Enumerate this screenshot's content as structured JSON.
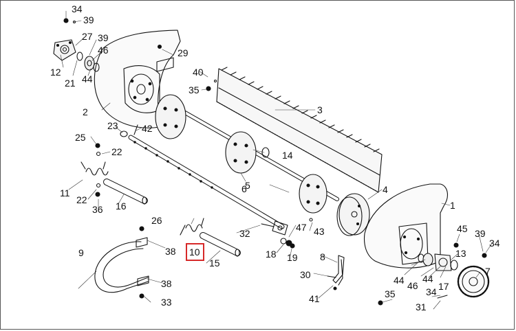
{
  "highlight": {
    "label": "10",
    "color": "#d62828"
  },
  "labels": {
    "l1": "1",
    "l2": "2",
    "l3": "3",
    "l4": "4",
    "l5": "5",
    "l6": "6",
    "l7": "7",
    "l8": "8",
    "l9": "9",
    "l10": "10",
    "l11": "11",
    "l12": "12",
    "l13": "13",
    "l14": "14",
    "l15": "15",
    "l16": "16",
    "l17": "17",
    "l18": "18",
    "l19": "19",
    "l21": "21",
    "l22a": "22",
    "l22b": "22",
    "l23": "23",
    "l25": "25",
    "l26": "26",
    "l27": "27",
    "l29": "29",
    "l30": "30",
    "l31": "31",
    "l32": "32",
    "l33": "33",
    "l34a": "34",
    "l34b": "34",
    "l34c": "34",
    "l35a": "35",
    "l35b": "35",
    "l36": "36",
    "l38a": "38",
    "l38b": "38",
    "l39a": "39",
    "l39b": "39",
    "l39c": "39",
    "l40": "40",
    "l41": "41",
    "l42": "42",
    "l43": "43",
    "l44a": "44",
    "l44b": "44",
    "l44c": "44",
    "l45": "45",
    "l46a": "46",
    "l46b": "46",
    "l47": "47"
  }
}
